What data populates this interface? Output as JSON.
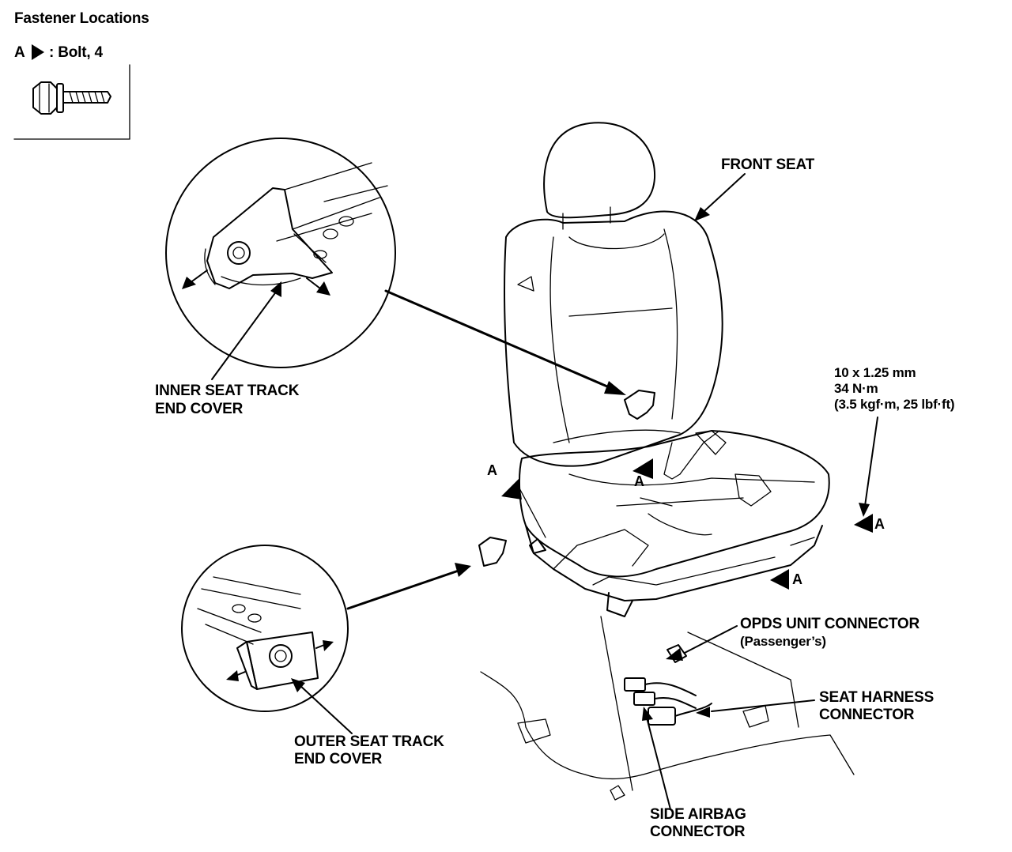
{
  "header": {
    "title": "Fastener Locations",
    "fastener_letter": "A",
    "fastener_desc": ": Bolt, 4"
  },
  "callouts": {
    "front_seat": "FRONT SEAT",
    "inner_cover": [
      "INNER SEAT TRACK",
      "END COVER"
    ],
    "outer_cover": [
      "OUTER SEAT TRACK",
      "END COVER"
    ],
    "torque": [
      "10 x 1.25 mm",
      "34 N·m",
      "(3.5 kgf·m, 25 lbf·ft)"
    ],
    "opds": [
      "OPDS UNIT CONNECTOR",
      "(Passenger’s)"
    ],
    "seat_harness": [
      "SEAT HARNESS",
      "CONNECTOR"
    ],
    "side_airbag": [
      "SIDE AIRBAG",
      "CONNECTOR"
    ]
  },
  "bolt_tag": "A",
  "icons": [
    "bolt-icon",
    "pointer-triangle-icon"
  ]
}
